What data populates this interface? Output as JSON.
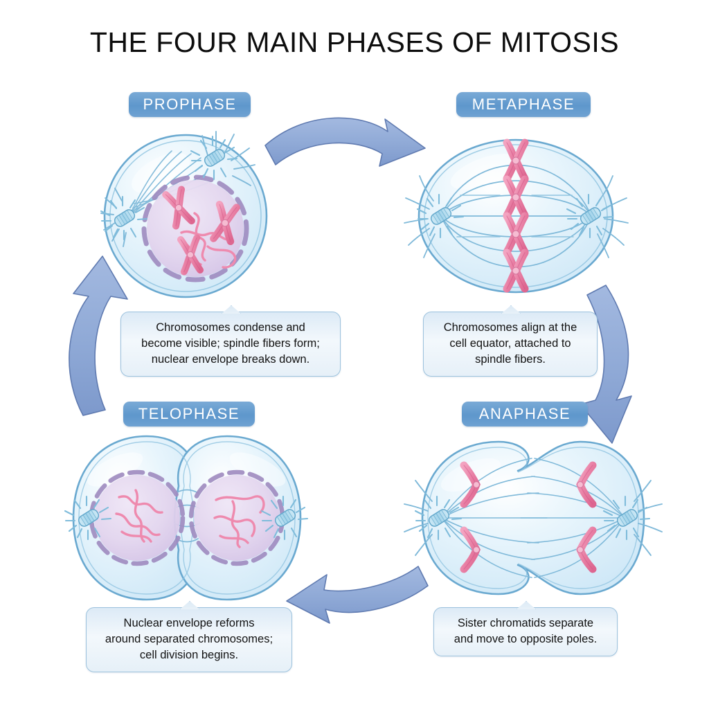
{
  "page": {
    "title": "THE FOUR MAIN PHASES OF MITOSIS",
    "background": "#ffffff"
  },
  "colors": {
    "badge_blue": "#5e97cc",
    "badge_text": "#ffffff",
    "arrow_fill": "#8fa9d6",
    "arrow_stroke": "#5f7ab0",
    "cell_fill": "#dff0fa",
    "cell_stroke": "#6aa9d0",
    "nucleus_fill": "#e2d4ec",
    "nucleus_envelope": "#9f8cc0",
    "chromosome_pink": "#e87fa4",
    "chromosome_stroke": "#c4396b",
    "chromatin_pink": "#ee8aae",
    "spindle_blue": "#7fb9d9",
    "centriole_blue": "#a9d6ea",
    "caption_border": "#9cc2dd",
    "caption_text": "#111111"
  },
  "phases": [
    {
      "id": "prophase",
      "label": "PROPHASE",
      "caption": "Chromosomes condense and become visible; spindle fibers form; nuclear envelope breaks down.",
      "caption_lines": [
        "Chromosomes condense and",
        "become visible; spindle fibers form;",
        "nuclear envelope breaks down."
      ],
      "cell_shape": "round",
      "chromosome_count": 3,
      "chromosome_form": "X-shaped condensed",
      "nucleus_present": true,
      "centrosome_count": 2
    },
    {
      "id": "metaphase",
      "label": "METAPHASE",
      "caption": "Chromosomes align at the cell equator, attached to spindle fibers.",
      "caption_lines": [
        "Chromosomes align at the",
        "cell equator, attached to",
        "spindle fibers."
      ],
      "cell_shape": "oval",
      "chromosome_count": 4,
      "chromosome_form": "X-shaped aligned at equator",
      "nucleus_present": false,
      "centrosome_count": 2
    },
    {
      "id": "anaphase",
      "label": "ANAPHASE",
      "caption": "Sister chromatids separate and move to opposite poles.",
      "caption_lines": [
        "Sister chromatids separate",
        "and move to opposite poles."
      ],
      "cell_shape": "pinched",
      "chromosome_count": 4,
      "chromosome_form": "V-shaped chromatids migrating",
      "nucleus_present": false,
      "centrosome_count": 2
    },
    {
      "id": "telophase",
      "label": "TELOPHASE",
      "caption": "Nuclear envelope reforms around separated chromosomes; cell division begins.",
      "caption_lines": [
        "Nuclear envelope reforms",
        "around separated chromosomes;",
        "cell division begins."
      ],
      "cell_shape": "two-lobed",
      "chromosome_count": 0,
      "chromosome_form": "decondensing chromatin threads",
      "nucleus_present": true,
      "nucleus_count": 2,
      "centrosome_count": 2
    }
  ],
  "arrows": [
    {
      "id": "arrow-prophase-to-metaphase",
      "direction": "right",
      "from": "PROPHASE",
      "to": "METAPHASE"
    },
    {
      "id": "arrow-metaphase-to-anaphase",
      "direction": "down",
      "from": "METAPHASE",
      "to": "ANAPHASE"
    },
    {
      "id": "arrow-anaphase-to-telophase",
      "direction": "left",
      "from": "ANAPHASE",
      "to": "TELOPHASE"
    },
    {
      "id": "arrow-telophase-to-prophase",
      "direction": "up",
      "from": "TELOPHASE",
      "to": "PROPHASE"
    }
  ]
}
